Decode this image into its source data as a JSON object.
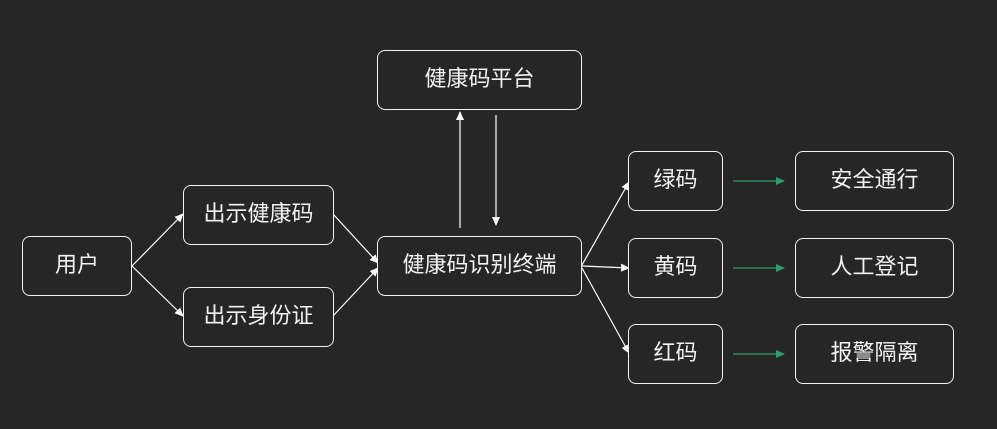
{
  "colors": {
    "background": "#262626",
    "node_border": "#f2f2f2",
    "text": "#f2f2f2",
    "flow_arrow": "#ffffff",
    "result_arrow": "#2e9e6e"
  },
  "nodes": {
    "user": "用户",
    "show_health_code": "出示健康码",
    "show_id_card": "出示身份证",
    "terminal": "健康码识别终端",
    "platform": "健康码平台",
    "green_code": "绿码",
    "yellow_code": "黄码",
    "red_code": "红码",
    "pass": "安全通行",
    "manual_register": "人工登记",
    "alarm_isolate": "报警隔离"
  },
  "edges": [
    {
      "from": "user",
      "to": "show_health_code"
    },
    {
      "from": "user",
      "to": "show_id_card"
    },
    {
      "from": "show_health_code",
      "to": "terminal"
    },
    {
      "from": "show_id_card",
      "to": "terminal"
    },
    {
      "from": "terminal",
      "to": "platform"
    },
    {
      "from": "platform",
      "to": "terminal"
    },
    {
      "from": "terminal",
      "to": "green_code"
    },
    {
      "from": "terminal",
      "to": "yellow_code"
    },
    {
      "from": "terminal",
      "to": "red_code"
    },
    {
      "from": "green_code",
      "to": "pass"
    },
    {
      "from": "yellow_code",
      "to": "manual_register"
    },
    {
      "from": "red_code",
      "to": "alarm_isolate"
    }
  ]
}
